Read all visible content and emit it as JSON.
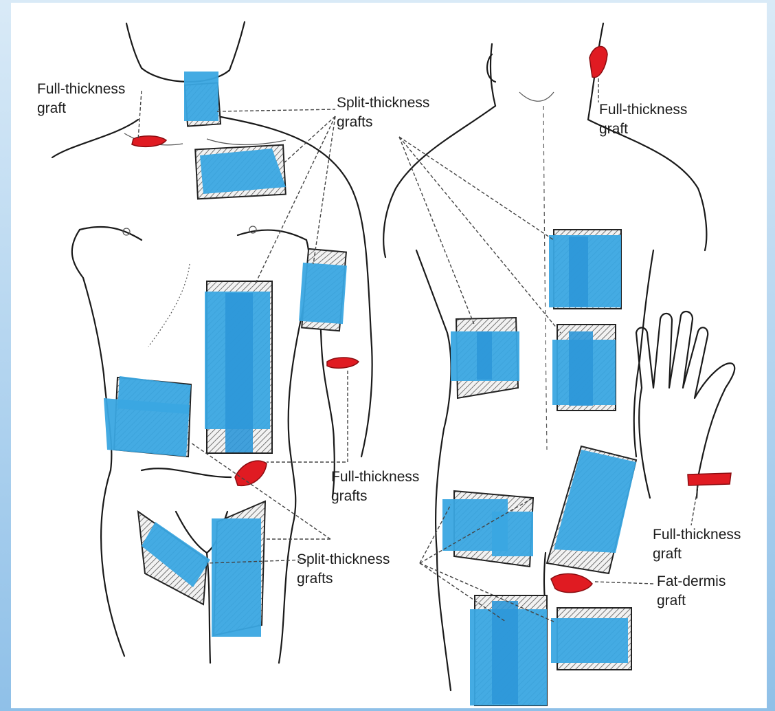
{
  "labels": {
    "ft_neck": "Full-thickness\ngraft",
    "st_top": "Split-thickness\ngrafts",
    "ft_ear": "Full-thickness\ngraft",
    "ft_mid": "Full-thickness\ngrafts",
    "st_bottom": "Split-thickness\ngrafts",
    "ft_wrist": "Full-thickness\ngraft",
    "fat_dermis": "Fat-dermis\ngraft"
  },
  "colors": {
    "split_thickness": "#3aa6e2",
    "full_thickness": "#e01b22",
    "background": "#8fc0e8"
  }
}
